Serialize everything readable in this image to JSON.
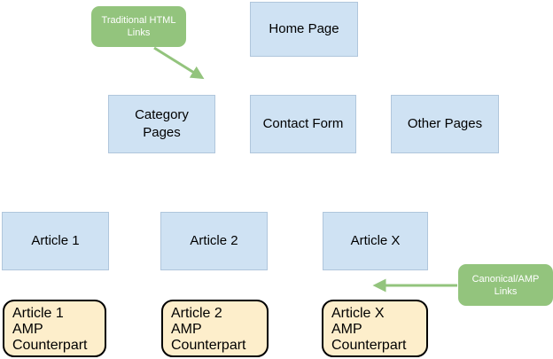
{
  "diagram": {
    "site_nodes": {
      "home_page": {
        "label": "Home Page"
      },
      "category_pages": {
        "label": "Category\nPages"
      },
      "contact_form": {
        "label": "Contact Form"
      },
      "other_pages": {
        "label": "Other Pages"
      },
      "article_1": {
        "label": "Article 1"
      },
      "article_2": {
        "label": "Article 2"
      },
      "article_x": {
        "label": "Article X"
      }
    },
    "amp_nodes": {
      "article_1_amp": {
        "label": "Article 1\nAMP\nCounterpart"
      },
      "article_2_amp": {
        "label": "Article 2\nAMP\nCounterpart"
      },
      "article_x_amp": {
        "label": "Article X\nAMP\nCounterpart"
      }
    },
    "callouts": {
      "traditional_html_links": {
        "label": "Traditional HTML\nLinks"
      },
      "canonical_amp_links": {
        "label": "Canonical/AMP\nLinks"
      }
    },
    "colors": {
      "background": "#ffffff",
      "page_node_fill": "#cfe2f3",
      "amp_node_fill": "#fdeecb",
      "amp_node_border": "#000000",
      "callout_fill": "#93c47d",
      "callout_text_color": "#ffffff",
      "arrow_color": "#93c47d",
      "node_text_color": "#000000"
    }
  }
}
